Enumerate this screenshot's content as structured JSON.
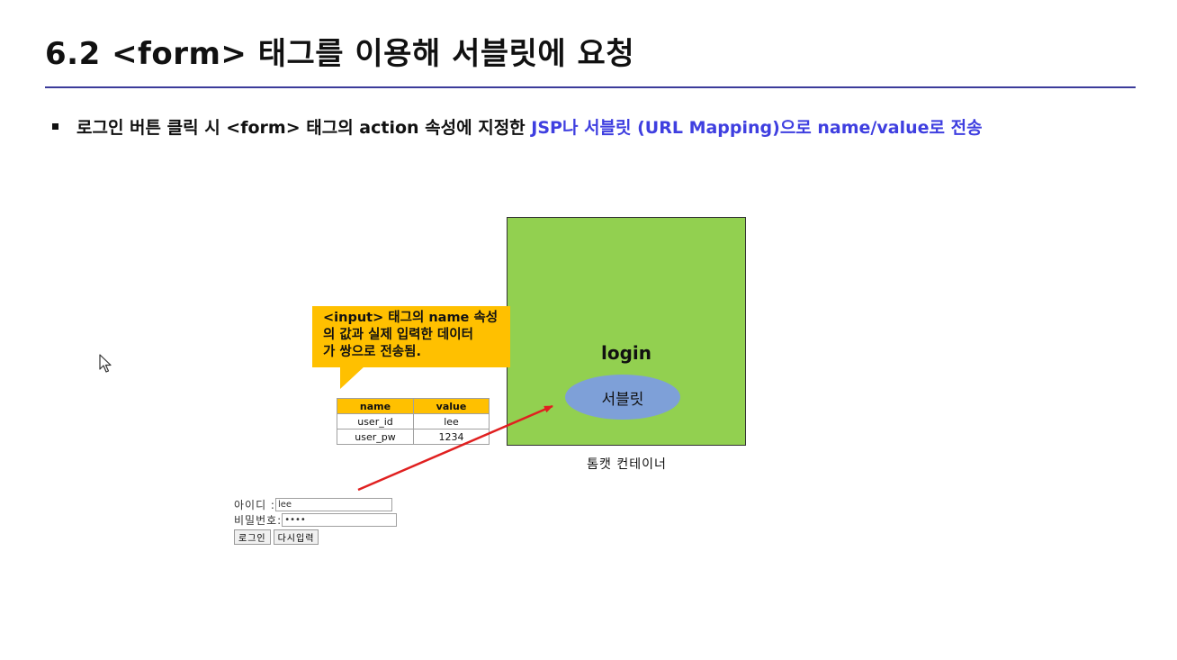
{
  "slide": {
    "title": "6.2 <form> 태그를 이용해 서블릿에 요청",
    "bullet": {
      "text_plain": "로그인 버튼 클릭 시 <form> 태그의 action 속성에 지정한 ",
      "text_highlight": "JSP나 서블릿 (URL Mapping)으로  name/value로 전송"
    },
    "colors": {
      "highlight": "#3f3fe0",
      "rule": "#3b3b9a",
      "container": "#92d050",
      "servlet": "#7ea0d8",
      "callout": "#ffc000",
      "arrow": "#e02020"
    }
  },
  "diagram": {
    "container": {
      "app_label": "login",
      "servlet_label": "서블릿",
      "caption": "톰캣 컨테이너"
    },
    "callout": {
      "lines": [
        "<input> 태그의 name 속성",
        "의 값과 실제 입력한 데이터",
        "가 쌍으로 전송됨."
      ]
    },
    "table": {
      "headers": [
        "name",
        "value"
      ],
      "rows": [
        [
          "user_id",
          "lee"
        ],
        [
          "user_pw",
          "1234"
        ]
      ]
    },
    "form": {
      "id_label": "아이디 :",
      "id_value": "lee",
      "pw_label": "비밀번호:",
      "pw_value": "••••",
      "login_button": "로그인",
      "reset_button": "다시입력"
    }
  }
}
